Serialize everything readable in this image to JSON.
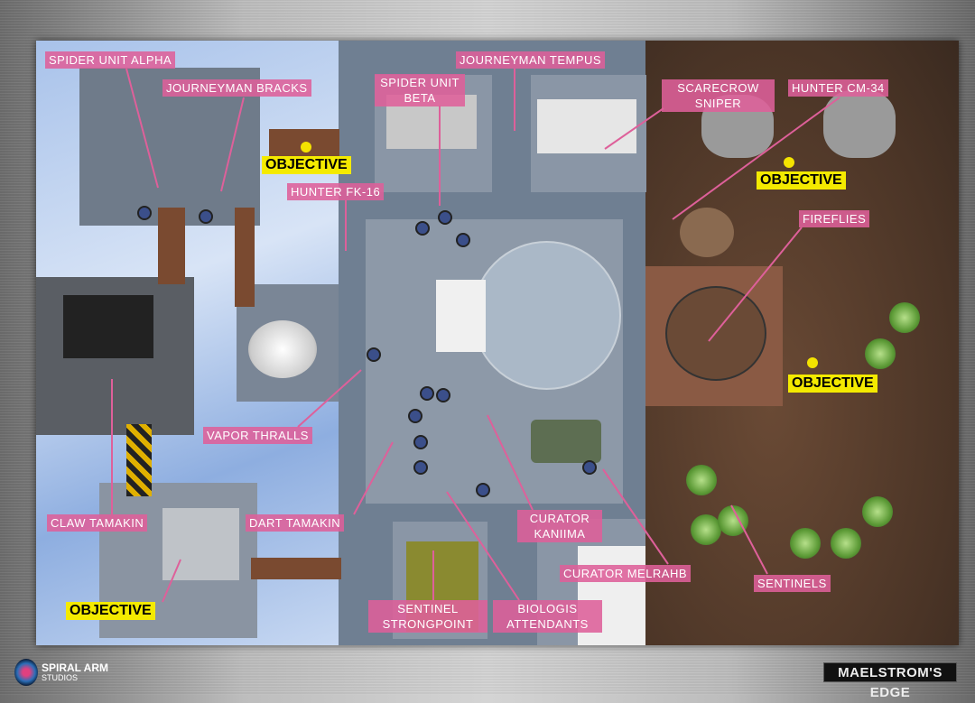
{
  "labels": {
    "spider_alpha": "SPIDER UNIT ALPHA",
    "journeyman_bracks": "JOURNEYMAN BRACKS",
    "journeyman_tempus": "JOURNEYMAN TEMPUS",
    "spider_beta_1": "SPIDER UNIT",
    "spider_beta_2": "BETA",
    "scarecrow_1": "SCARECROW",
    "scarecrow_2": "SNIPER",
    "hunter_cm34": "HUNTER CM-34",
    "hunter_fk16": "HUNTER FK-16",
    "fireflies": "FIREFLIES",
    "vapor_thralls": "VAPOR THRALLS",
    "claw_tamakin": "CLAW TAMAKIN",
    "dart_tamakin": "DART TAMAKIN",
    "curator_kaniima_1": "CURATOR",
    "curator_kaniima_2": "KANIIMA",
    "curator_melrahb": "CURATOR MELRAHB",
    "sentinels": "SENTINELS",
    "sentinel_strongpoint_1": "SENTINEL",
    "sentinel_strongpoint_2": "STRONGPOINT",
    "biologis_1": "BIOLOGIS",
    "biologis_2": "ATTENDANTS"
  },
  "objectives": [
    "OBJECTIVE",
    "OBJECTIVE",
    "OBJECTIVE",
    "OBJECTIVE"
  ],
  "logos": {
    "left_1": "SPIRAL ARM",
    "left_2": "STUDIOS",
    "right": "MAELSTROM'S EDGE"
  },
  "colors": {
    "label_bg": "#de609a",
    "objective_bg": "#f4ea00",
    "zone_ice": "#b8cdef",
    "zone_urban": "#6f7f92",
    "zone_wasteland": "#4a3426"
  }
}
